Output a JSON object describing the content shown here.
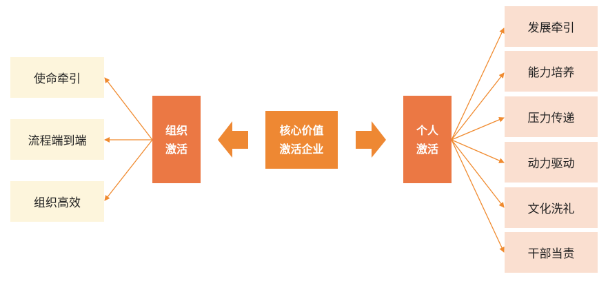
{
  "center": {
    "line1": "核心价值",
    "line2": "激活企业"
  },
  "org": {
    "line1": "组织",
    "line2": "激活"
  },
  "person": {
    "line1": "个人",
    "line2": "激活"
  },
  "left_items": [
    "使命牵引",
    "流程端到端",
    "组织高效"
  ],
  "right_items": [
    "发展牵引",
    "能力培养",
    "压力传递",
    "动力驱动",
    "文化洗礼",
    "干部当责"
  ],
  "colors": {
    "orange": "#EB7844",
    "center": "#EE8833",
    "arrow": "#F08A2E",
    "left_bg": "#FDF5DC",
    "right_bg": "#FADFD0"
  }
}
